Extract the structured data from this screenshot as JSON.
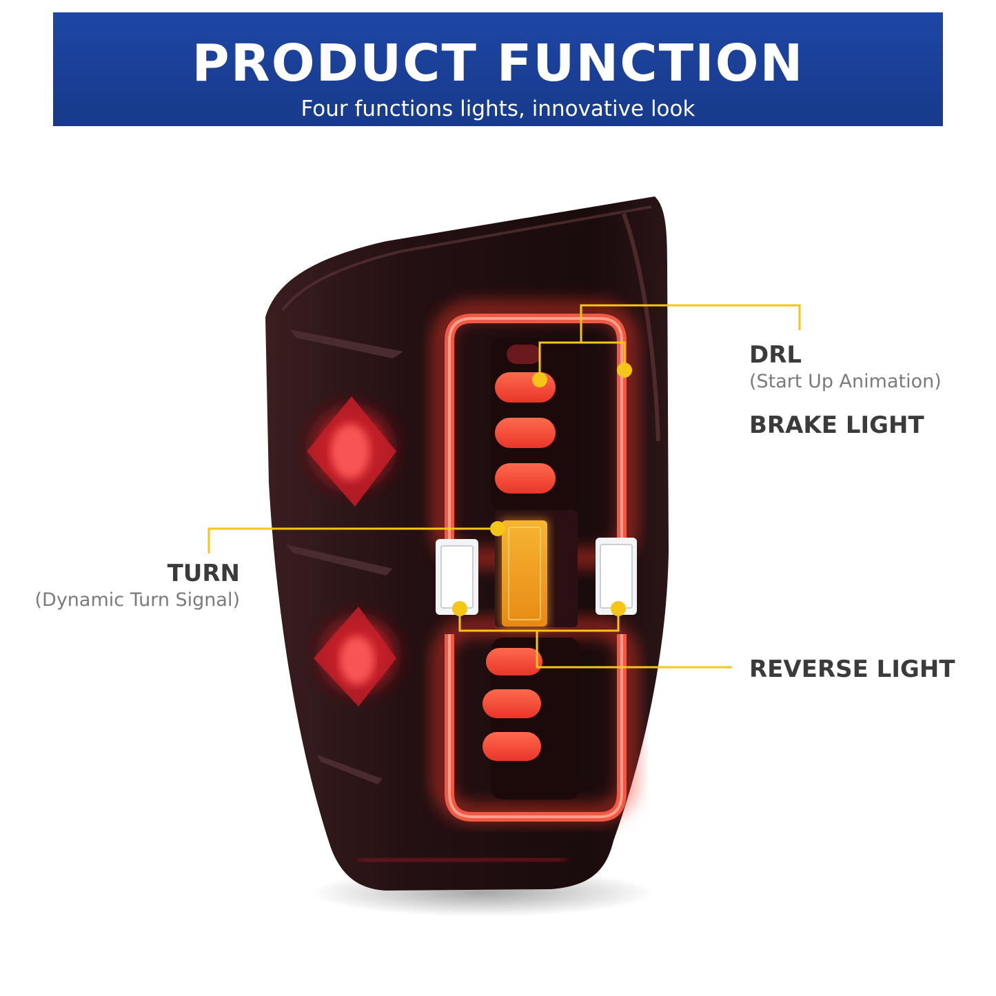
{
  "banner": {
    "title": "PRODUCT FUNCTION",
    "subtitle": "Four functions lights, innovative look"
  },
  "callouts": {
    "drl": {
      "label": "DRL",
      "note": "(Start Up Animation)"
    },
    "brake": {
      "label": "BRAKE LIGHT"
    },
    "turn": {
      "label": "TURN",
      "note": "(Dynamic Turn Signal)"
    },
    "reverse": {
      "label": "REVERSE LIGHT"
    }
  },
  "colors": {
    "banner_blue": "#1b4299",
    "callout_yellow": "#f5c518",
    "housing": "#2a1416",
    "led_red": "#ff4a3a",
    "turn_amber": "#f4a021"
  }
}
